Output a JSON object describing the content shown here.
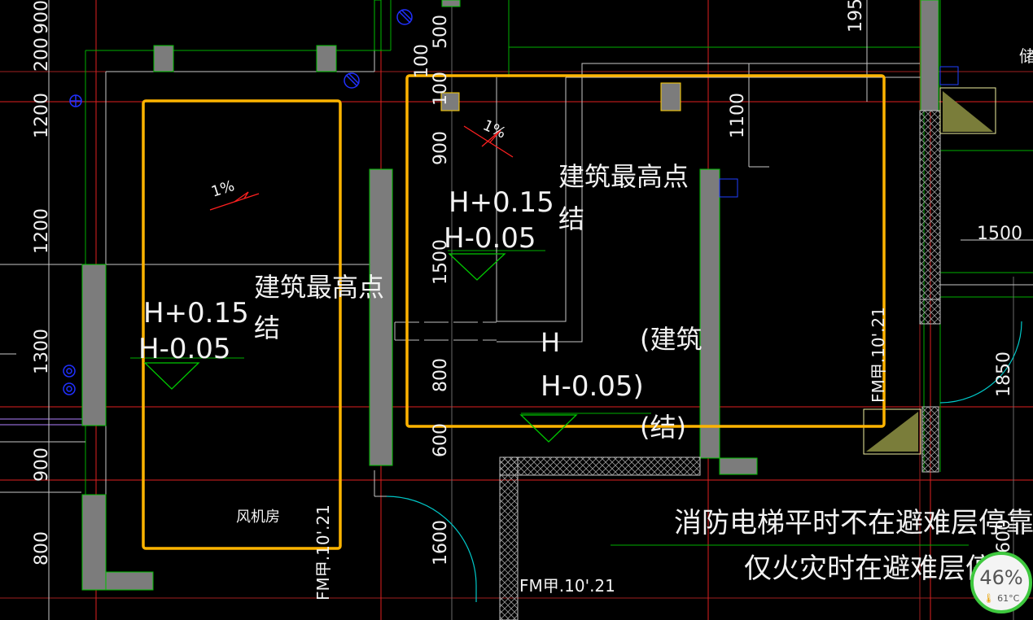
{
  "dimensions_left": [
    "900",
    "200",
    "1200",
    "1200",
    "1300",
    "900",
    "800"
  ],
  "dimensions_center": [
    "500",
    "100",
    "100",
    "900",
    "1500",
    "800",
    "600",
    "1600"
  ],
  "dimensions_right": [
    "195",
    "1100",
    "1500",
    "1850",
    "600"
  ],
  "room_left": {
    "slope": "1%",
    "h_plus": "H+0.15",
    "h_minus": "H-0.05",
    "label_line1": "建筑最高点",
    "label_line2": "结",
    "room_name": "风机房",
    "door_tag": "FM甲.10'.21"
  },
  "room_right": {
    "slope": "1%",
    "h_plus": "H+0.15",
    "h_minus": "H-0.05",
    "label_line1": "建筑最高点",
    "label_line2": "结",
    "door_tag": "FM甲.10'.21"
  },
  "center_level": {
    "h": "H",
    "h_minus": "H-0.05)",
    "paren_top": "(建筑",
    "paren_bottom": "(结)"
  },
  "bottom_room": {
    "door_tag": "FM甲.10'.21",
    "note_line1": "消防电梯平时不在避难层停靠",
    "note_line2": "仅火灾时在避难层停靠"
  },
  "edge_label": "储",
  "gauge": {
    "percent": "46%",
    "temp": "61°C",
    "temp_icon": "thermometer-icon"
  },
  "colors": {
    "highlight": "#ffb400",
    "wall_fill": "#808080",
    "axis": "#ff2020",
    "dim_line": "#00cc00",
    "annot": "#ff2020",
    "door_arc": "#00d0d0"
  }
}
